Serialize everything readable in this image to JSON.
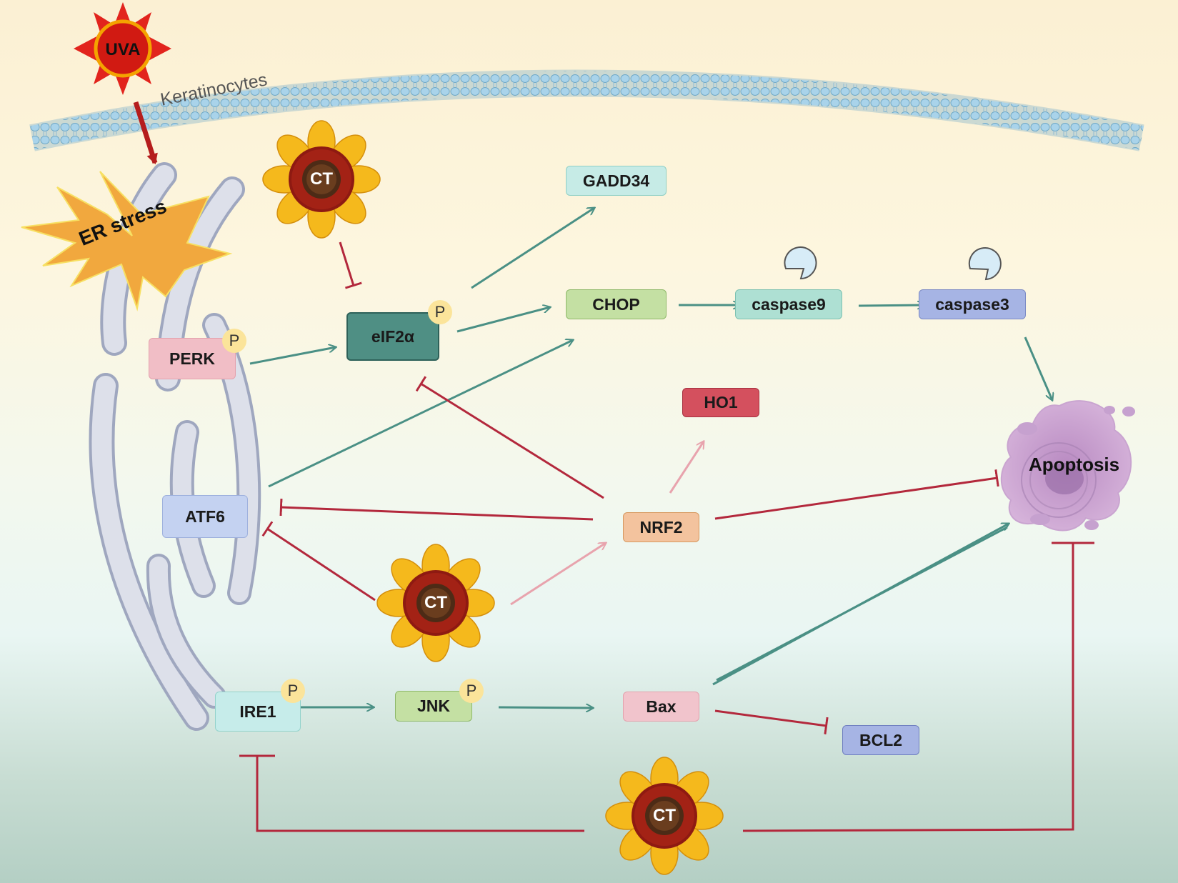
{
  "labels": {
    "uva": "UVA",
    "keratinocytes": "Keratinocytes",
    "er_stress": "ER stress",
    "apoptosis": "Apoptosis",
    "phospho": "P",
    "ct": "CT"
  },
  "nodes": {
    "gadd34": "GADD34",
    "chop": "CHOP",
    "caspase9": "caspase9",
    "caspase3": "caspase3",
    "eif2a": "eIF2α",
    "perk": "PERK",
    "ho1": "HO1",
    "atf6": "ATF6",
    "nrf2": "NRF2",
    "ire1": "IRE1",
    "jnk": "JNK",
    "bax": "Bax",
    "bcl2": "BCL2"
  },
  "colors": {
    "activation": "#4a9085",
    "inhibition": "#b3283c",
    "weak_activation": "#e8a3ad",
    "uva_arrow": "#b51d1d"
  }
}
